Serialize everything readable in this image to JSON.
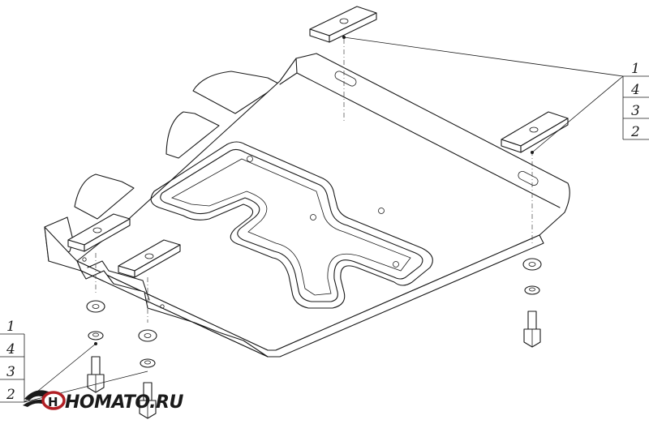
{
  "callouts": {
    "right": [
      "1",
      "4",
      "3",
      "2"
    ],
    "left": [
      "1",
      "4",
      "3",
      "2"
    ]
  },
  "logo": {
    "text": "HOMATO.RU",
    "icon": "winged-h-logo-icon",
    "colors": {
      "ring": "#b11f24",
      "wing": "#1a1a1a"
    }
  }
}
